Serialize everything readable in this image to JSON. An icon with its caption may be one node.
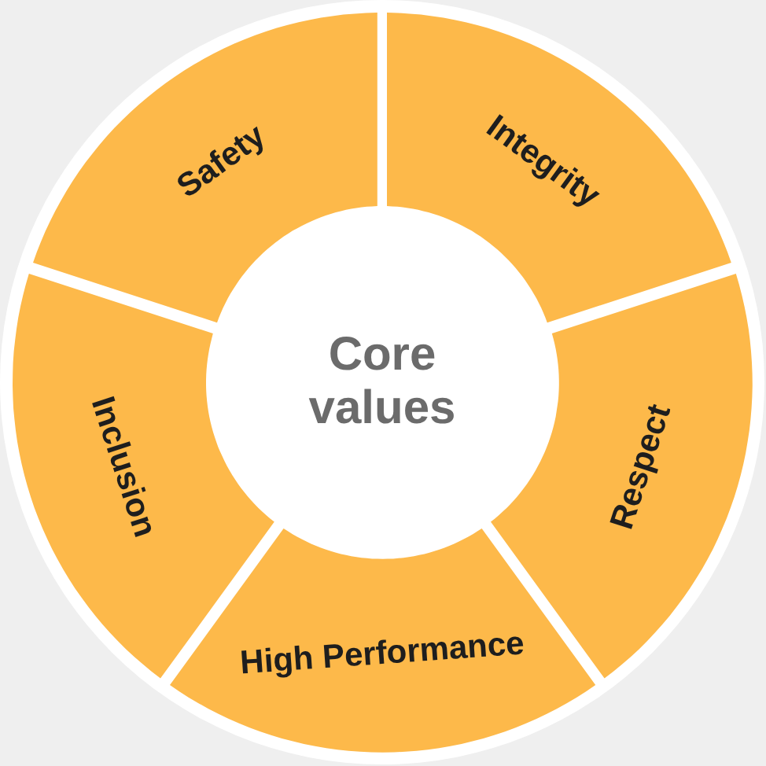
{
  "diagram": {
    "nodes": [
      {
        "text": [
          "Safety"
        ]
      },
      {
        "text": [
          "Integrity"
        ]
      },
      {
        "text": [
          "Core values"
        ]
      },
      {
        "text": [
          "Inclusion"
        ]
      },
      {
        "text": [
          "Respect"
        ]
      },
      {
        "text": [
          "High Performance"
        ]
      }
    ]
  }
}
